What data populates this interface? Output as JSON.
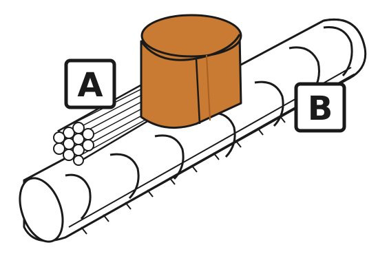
{
  "callouts": [
    {
      "id": "A",
      "label": "A"
    },
    {
      "id": "B",
      "label": "B"
    }
  ],
  "colors": {
    "outline": "#1a1a1a",
    "connector_body": "#c97a33",
    "connector_shadow": "#a85f22",
    "fill": "#ffffff"
  },
  "icons": {
    "cable": "stranded-wire-icon",
    "connector": "splice-connector-icon",
    "rod": "spiral-wrapped-rod-icon"
  }
}
